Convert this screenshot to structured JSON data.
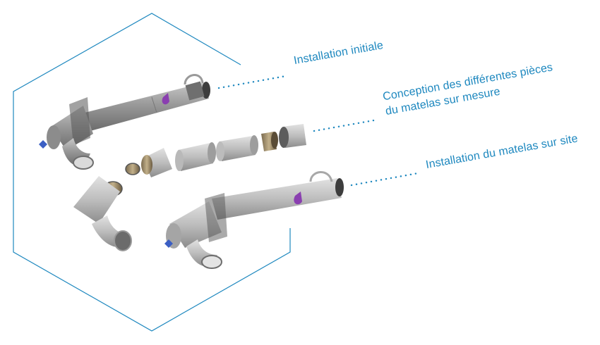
{
  "callouts": [
    {
      "text": "Installation initiale"
    },
    {
      "line1": "Conception des différentes pièces",
      "line2": "du matelas sur mesure"
    },
    {
      "text": "Installation du matelas sur site"
    }
  ],
  "colors": {
    "accent": "#1e88bf",
    "pipe": "#8f8f8f",
    "valve": "#8a3fb0",
    "hexagon": "#1e88bf"
  }
}
